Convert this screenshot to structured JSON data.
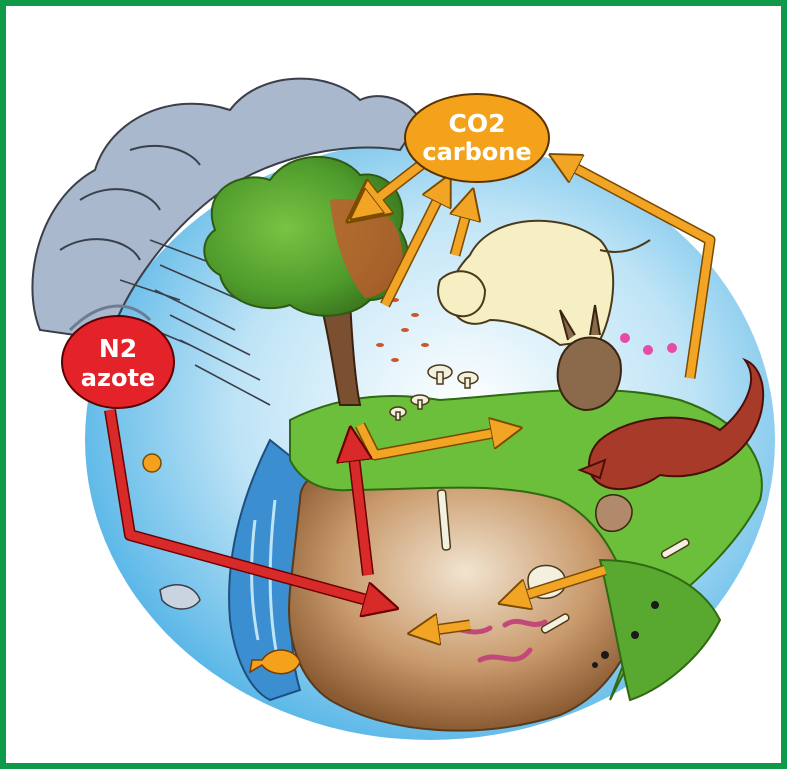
{
  "labels": {
    "co2": {
      "line1": "CO2",
      "line2": "carbone"
    },
    "n2": {
      "line1": "N2",
      "line2": "azote"
    }
  },
  "colors": {
    "frame": "#0e9a48",
    "co2_bubble": "#f4a21c",
    "n2_bubble": "#e4222a",
    "co2_arrow": "#f2a525",
    "n2_arrow": "#d92a2a",
    "sky": "#7ec8ec",
    "grass": "#6cbf3a",
    "soil": "#b98452",
    "cloud": "#a9b8cc",
    "water": "#3b8fd0"
  }
}
